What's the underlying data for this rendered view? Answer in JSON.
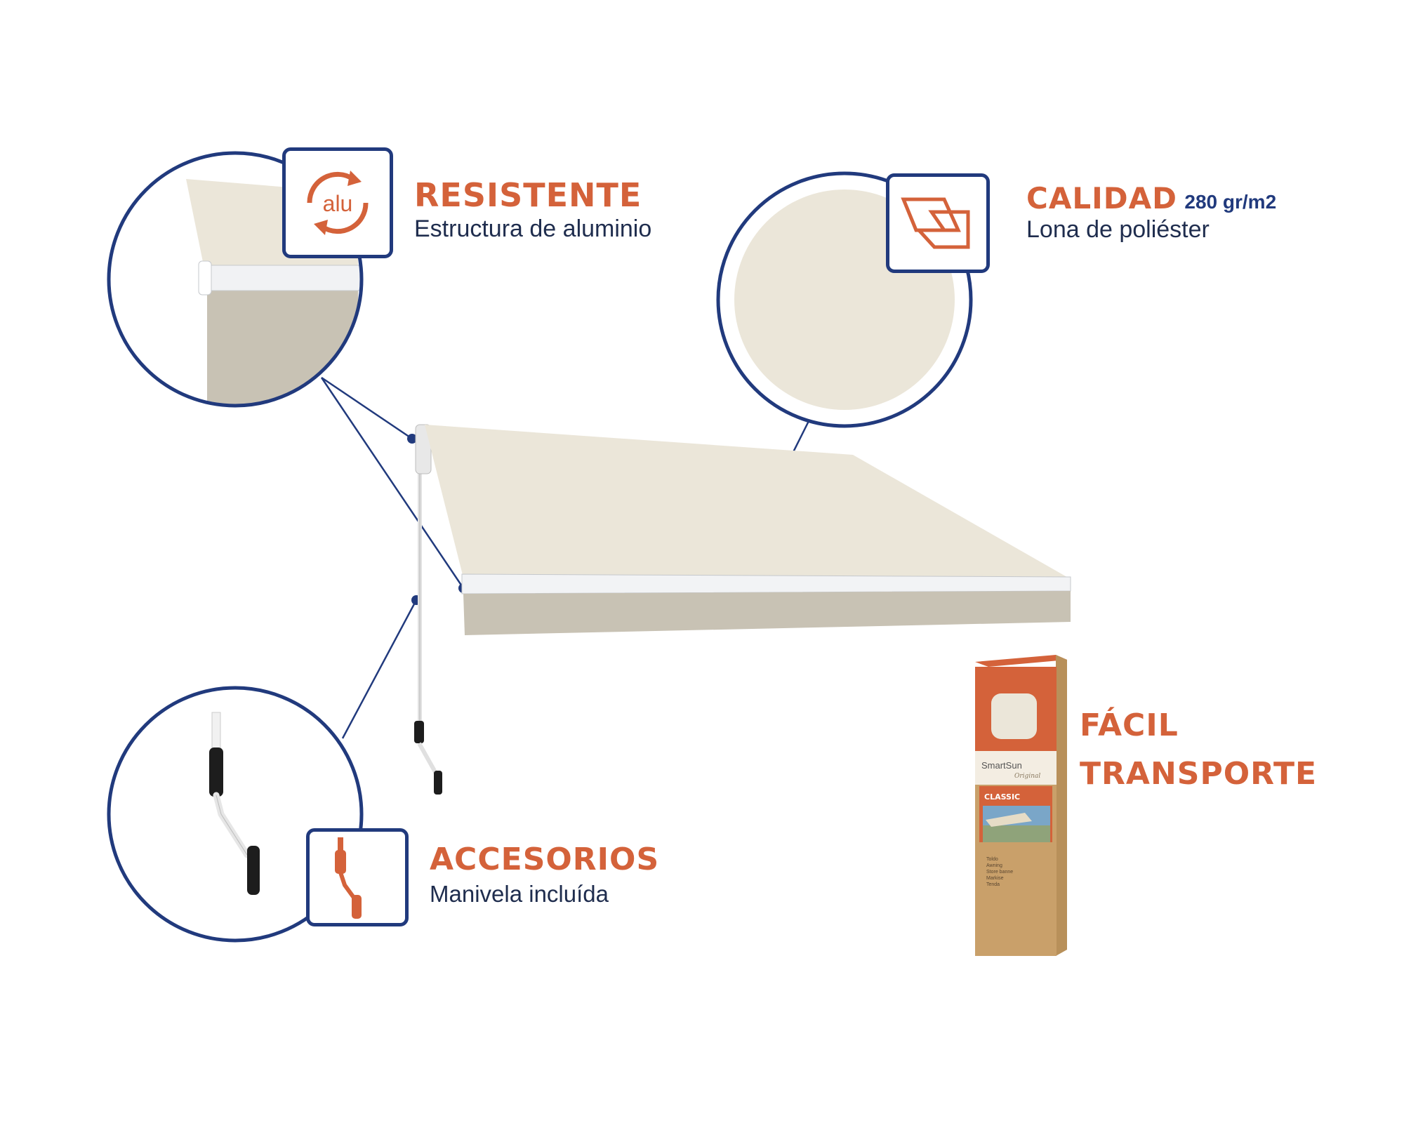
{
  "features": {
    "resistente": {
      "title": "RESISTENTE",
      "subtitle": "Estructura de aluminio",
      "icon": "alu-recycle-icon",
      "icon_text": "alu"
    },
    "calidad": {
      "title": "CALIDAD",
      "title_extra": "280 gr/m2",
      "subtitle": "Lona de poliéster",
      "icon": "fabric-layers-icon"
    },
    "accesorios": {
      "title": "ACCESORIOS",
      "subtitle": "Manivela incluída",
      "icon": "crank-handle-icon"
    },
    "transporte": {
      "title_line1": "FÁCIL",
      "title_line2": "TRANSPORTE"
    }
  },
  "package": {
    "brand": "SmartSun",
    "brand_script": "Original",
    "model": "CLASSIC",
    "product_lines": [
      "Toldo",
      "Awning",
      "Store banne",
      "Markise",
      "Tenda"
    ]
  },
  "colors": {
    "accent": "#d4623a",
    "navy": "#213a7d",
    "canvas": "#ebe6d9",
    "canvas_shade": "#c8c2b4",
    "box_kraft": "#c9a06a"
  }
}
